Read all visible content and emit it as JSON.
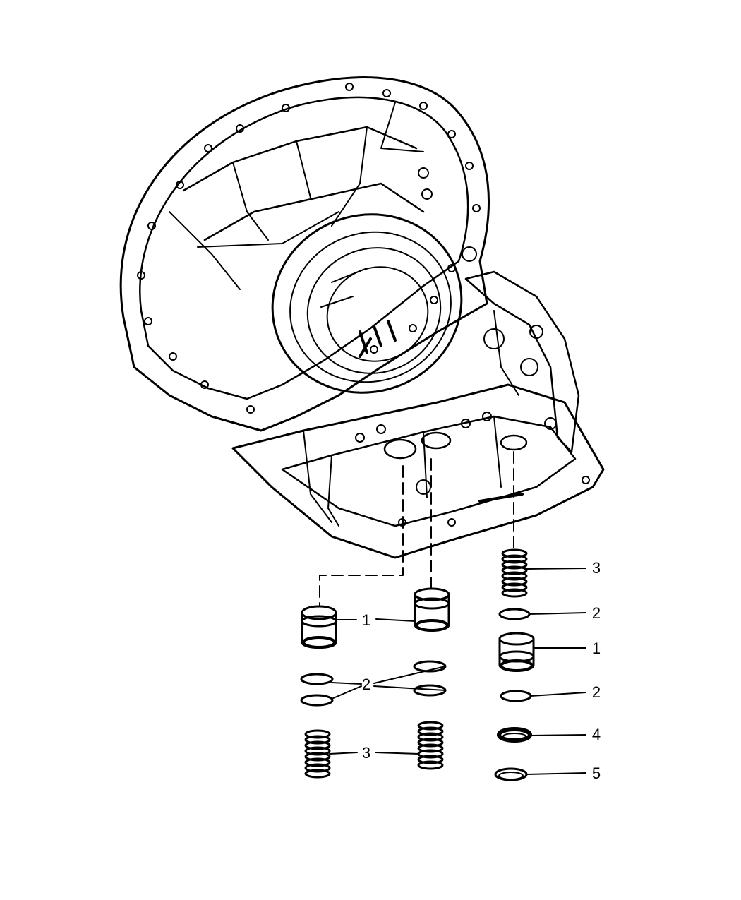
{
  "callouts": {
    "c1a": "1",
    "c1b": "1",
    "c1c": "1",
    "c2a": "2",
    "c2b": "2",
    "c2c": "2",
    "c3a": "3",
    "c3b": "3",
    "c4": "4",
    "c5": "5"
  }
}
